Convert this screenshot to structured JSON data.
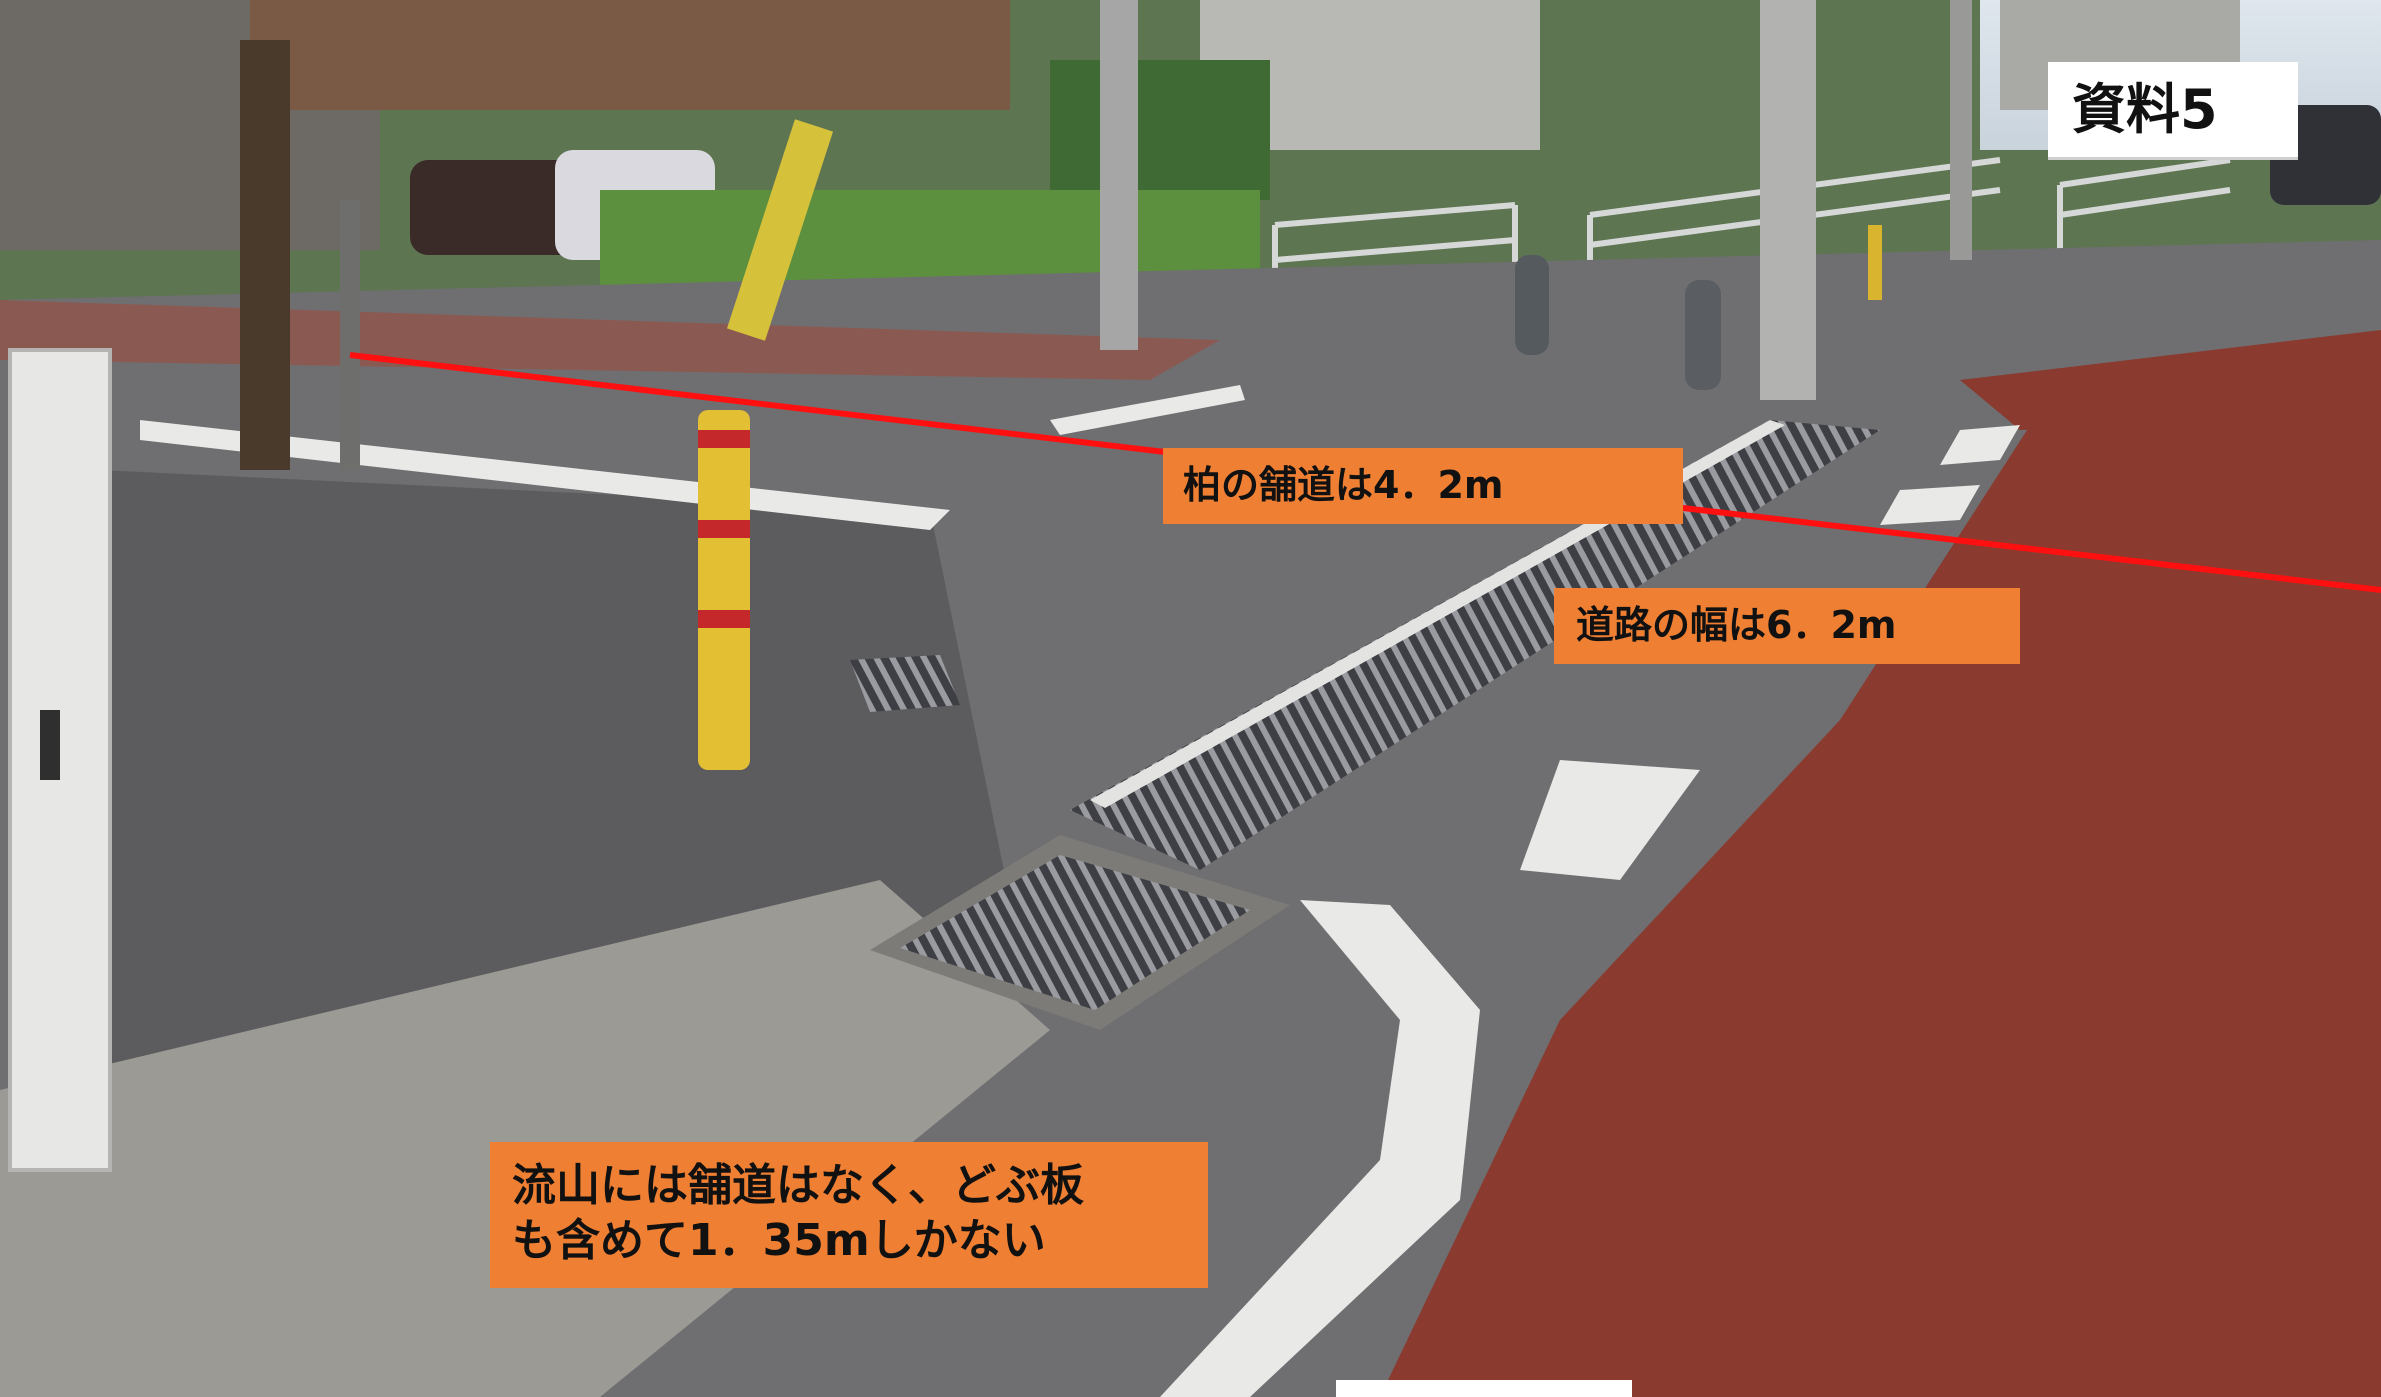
{
  "document_label": "資料5",
  "annotations": {
    "kashiwa_sidewalk": "柏の舗道は4．2m",
    "road_width": "道路の幅は6．2m",
    "nagareyama_note": "流山には舗道はなく、どぶ板\nも含めて1．35mしかない"
  },
  "colors": {
    "label_fill": "#ee7f33",
    "measure_line": "#ff1010",
    "bike_lane": "#8a3a2e",
    "asphalt": "#6f6f71"
  }
}
